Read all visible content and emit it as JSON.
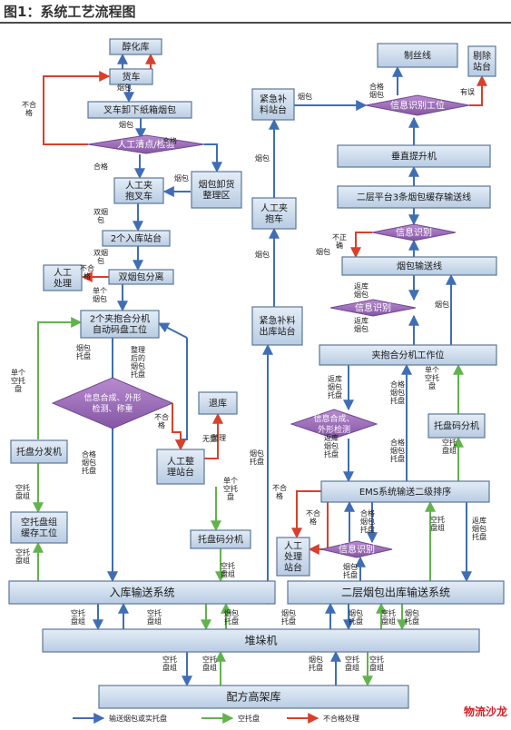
{
  "figure": {
    "title": "图1：系统工艺流程图",
    "watermark": "物流沙龙"
  },
  "colors": {
    "box_fill": "#c5d6ea",
    "box_stroke": "#5b7797",
    "diamond_fill": "#9b6cb3",
    "blue": "#3f6eb5",
    "green": "#62b34d",
    "red": "#d8402c",
    "text": "#1a1a1a"
  },
  "boxes": [
    {
      "id": "cure",
      "label": "醇化库"
    },
    {
      "id": "truck",
      "label": "货车"
    },
    {
      "id": "unload",
      "label": "叉车卸下纸箱烟包"
    },
    {
      "id": "clamp_fork",
      "label": "人工夹|抱叉车"
    },
    {
      "id": "goods_area",
      "label": "烟包卸货|整理区"
    },
    {
      "id": "in_station",
      "label": "2个入库站台"
    },
    {
      "id": "manual1",
      "label": "人工|处理"
    },
    {
      "id": "dbl_sep",
      "label": "双烟包分离"
    },
    {
      "id": "clamp_pal",
      "label": "2个夹抱合分机|自动码盘工位"
    },
    {
      "id": "return",
      "label": "退库"
    },
    {
      "id": "manual_arr",
      "label": "人工整|理站台"
    },
    {
      "id": "pal_split",
      "label": "托盘分发机"
    },
    {
      "id": "empty_cache",
      "label": "空托盘组|缓存工位"
    },
    {
      "id": "pal_stack",
      "label": "托盘码分机"
    },
    {
      "id": "urg_out",
      "label": "紧急补料|出库站台"
    },
    {
      "id": "clamp_fork2",
      "label": "人工夹|抱车"
    },
    {
      "id": "urg_station",
      "label": "紧急补|料站台"
    },
    {
      "id": "cut",
      "label": "制丝线"
    },
    {
      "id": "reject",
      "label": "剔除|站台"
    },
    {
      "id": "lift",
      "label": "垂直提升机"
    },
    {
      "id": "buffer",
      "label": "二层平台3条烟包缓存输送线"
    },
    {
      "id": "conv",
      "label": "烟包输送线"
    },
    {
      "id": "clamp_work",
      "label": "夹抱合分机工作位"
    },
    {
      "id": "pal_stack2",
      "label": "托盘码分机"
    },
    {
      "id": "ems",
      "label": "EMS系统输送二级排序"
    },
    {
      "id": "manual2",
      "label": "人工|处理|站台"
    },
    {
      "id": "in_conv",
      "label": "入库输送系统"
    },
    {
      "id": "out_conv",
      "label": "二层烟包出库输送系统"
    },
    {
      "id": "stacker",
      "label": "堆垛机"
    },
    {
      "id": "warehouse",
      "label": "配方高架库"
    }
  ],
  "diamonds": [
    {
      "id": "d_check",
      "label": "人工清点/检验"
    },
    {
      "id": "d_synth",
      "label": "信息合成、外形|检测、称重"
    },
    {
      "id": "d_info_top",
      "label": "信息识别工位"
    },
    {
      "id": "d_info2",
      "label": "信息识别"
    },
    {
      "id": "d_info3",
      "label": "信息识别"
    },
    {
      "id": "d_synth2",
      "label": "信息合成、|外形检测"
    },
    {
      "id": "d_info4",
      "label": "信息识别"
    }
  ],
  "edge_labels": [
    "烟包",
    "烟包",
    "合格",
    "不合格",
    "合格",
    "烟包",
    "双烟包",
    "不合格",
    "双烟包",
    "单个烟包",
    "烟包托盘",
    "整理后的烟包托盘",
    "不合格",
    "合格烟包托盘",
    "无整",
    "整理",
    "单个空托盘",
    "空托盘组",
    "空托盘组",
    "单个空托盘",
    "空托盘组",
    "烟包托盘",
    "烟包",
    "烟包",
    "烟包",
    "合格烟包",
    "有误",
    "不正确",
    "烟包",
    "返库烟包",
    "返库烟包",
    "烟包",
    "返库烟包托盘",
    "合格烟包托盘",
    "单个空托盘",
    "空托盘组",
    "返库烟包托盘",
    "合格烟包托盘",
    "不合格",
    "不合格",
    "合格烟包托盘",
    "空托盘组",
    "返库烟包托盘",
    "烟包托盘",
    "空托盘组",
    "空托盘组",
    "烟包托盘",
    "烟包托盘",
    "烟包托盘",
    "空托盘组",
    "烟包托盘",
    "空托盘组",
    "空托盘组",
    "烟包托盘",
    "空托盘组",
    "空托盘组"
  ],
  "legend": [
    {
      "label": "输送烟包或实托盘",
      "color": "#3f6eb5"
    },
    {
      "label": "空托盘",
      "color": "#62b34d"
    },
    {
      "label": "不合格处理",
      "color": "#d8402c"
    }
  ]
}
